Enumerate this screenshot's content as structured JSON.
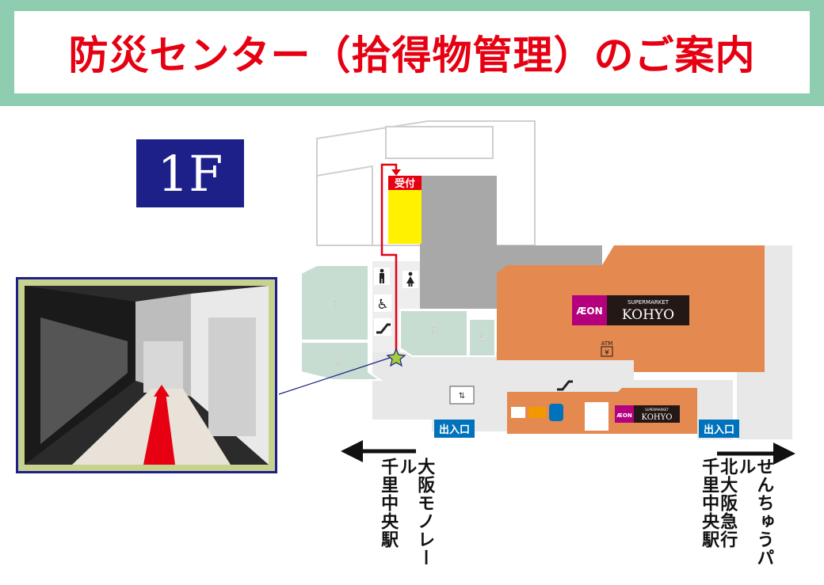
{
  "header": {
    "title": "防災センター（拾得物管理）のご案内"
  },
  "floor": {
    "label": "1F"
  },
  "map": {
    "reception_label": "受付",
    "rooms": [
      "1",
      "2",
      "3",
      "4"
    ],
    "atm_label": "ATM",
    "yen_symbol": "¥",
    "entrance_left": "出入口",
    "entrance_right": "出入口"
  },
  "store": {
    "brand": "ÆON",
    "subtitle": "SUPERMARKET",
    "name": "KOHYO"
  },
  "store_small": {
    "brand": "ÆON",
    "subtitle": "SUPERMARKET",
    "name": "KOHYO"
  },
  "directions": {
    "left": "大阪モノレール\n千里中央駅",
    "right": "せんちゅうパル\n北大阪急行\n千里中央駅"
  },
  "colors": {
    "header_bg": "#8fcdb0",
    "title_red": "#e60012",
    "navy": "#1d2088",
    "store_orange": "#e4894f",
    "shop_green": "#c8ddd2",
    "reception_yellow": "#fff100",
    "entrance_blue": "#0072bc",
    "aeon_magenta": "#b5007e"
  }
}
